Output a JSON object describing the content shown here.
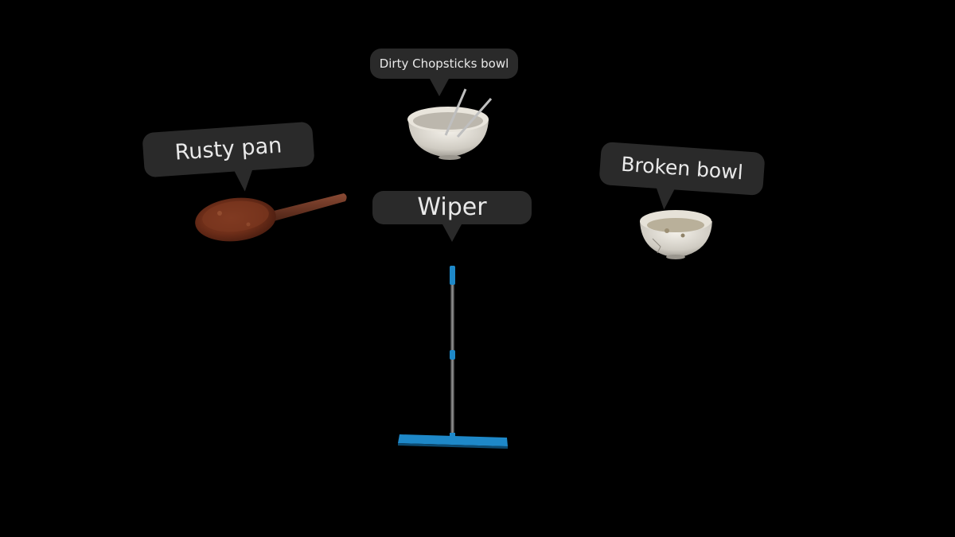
{
  "scene": {
    "background": "#000000",
    "callout_color": "#2a2a2a",
    "text_color": "#e9e9e9"
  },
  "items": {
    "rusty_pan": {
      "label": "Rusty pan",
      "icon": "rusty-pan-icon",
      "color": "#7a3520"
    },
    "chopsticks_bowl": {
      "label": "Dirty Chopsticks bowl",
      "icon": "chopsticks-bowl-icon",
      "color": "#d8d4cc"
    },
    "broken_bowl": {
      "label": "Broken bowl",
      "icon": "broken-bowl-icon",
      "color": "#e0dcd2"
    },
    "wiper": {
      "label": "Wiper",
      "icon": "wiper-icon",
      "color": "#1e88c8"
    }
  }
}
